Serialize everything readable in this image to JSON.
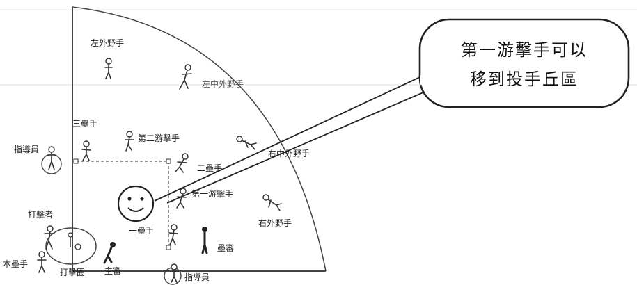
{
  "callout": {
    "line1": "第一游擊手可以",
    "line2": "移到投手丘區"
  },
  "positions": {
    "left_fielder": "左外野手",
    "left_center_fielder": "左中外野手",
    "third_baseman": "三壘手",
    "second_shortstop": "第二游擊手",
    "right_center_fielder": "右中外野手",
    "base_coach_left": "指導員",
    "second_baseman": "二壘手",
    "first_shortstop": "第一游擊手",
    "right_fielder": "右外野手",
    "batter": "打擊者",
    "first_baseman": "一壘手",
    "base_umpire": "壘審",
    "catcher": "本壘手",
    "batting_circle": "打擊圈",
    "plate_umpire": "主審",
    "base_coach_right": "指導員"
  }
}
